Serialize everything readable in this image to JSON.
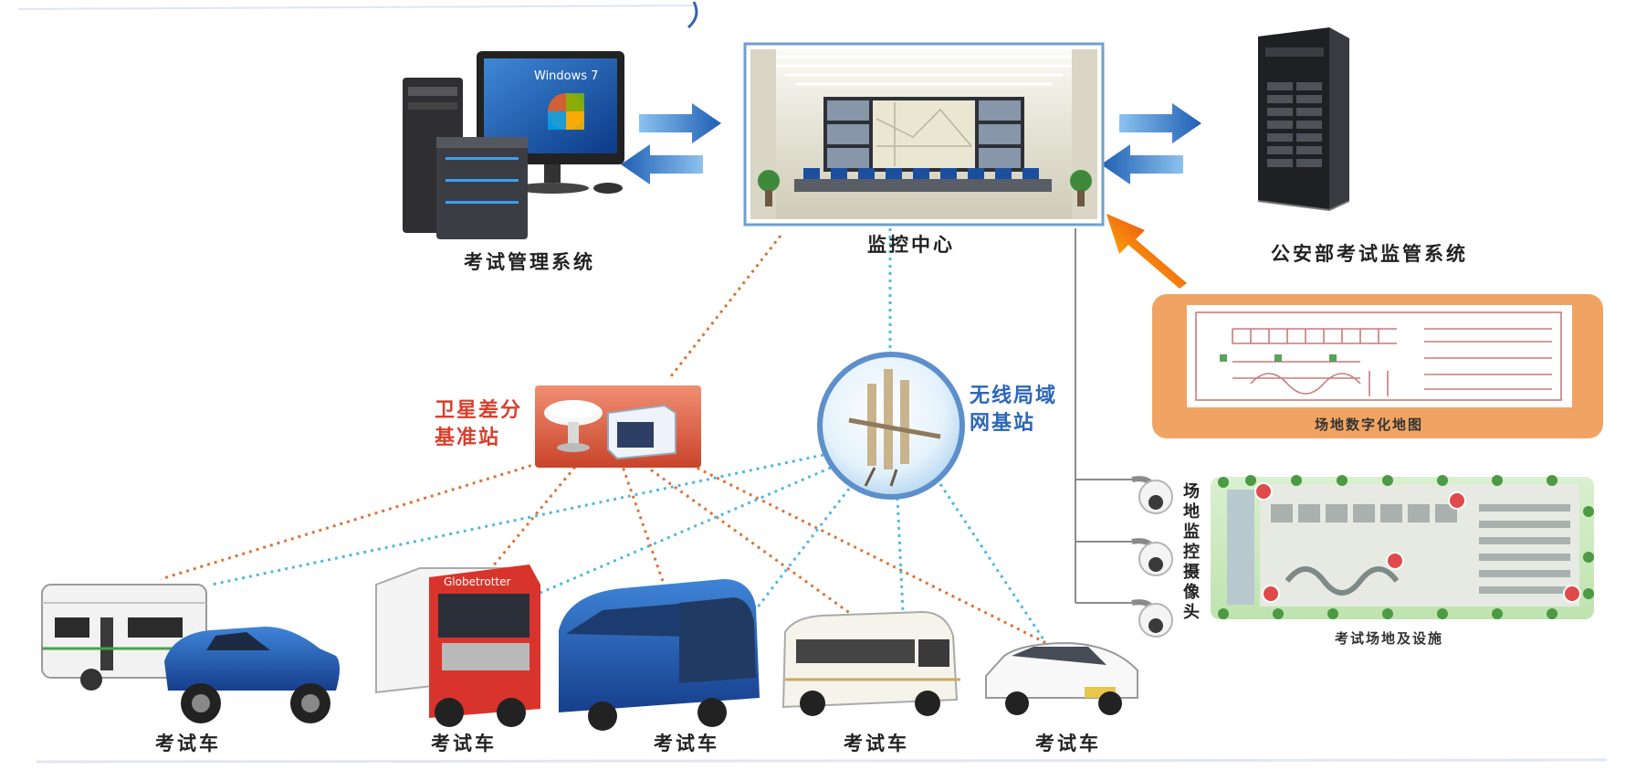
{
  "labels": {
    "exam_mgmt": "考试管理系统",
    "monitor_center": "监控中心",
    "mps_system": "公安部考试监管系统",
    "gnss_station": "卫星差分基准站",
    "wlan_station": "无线局域网基站",
    "venue_map": "场地数字化地图",
    "cameras": "场地监控摄像头",
    "venue_facility": "考试场地及设施",
    "car1": "考试车",
    "car2": "考试车",
    "car3": "考试车",
    "car4": "考试车",
    "car5": "考试车"
  },
  "icons": {
    "window_text": "Windows 7",
    "truck_text": "Globetrotter"
  },
  "colors": {
    "arrow_blue": "#2f6fbf",
    "link_orange": "#d9763a",
    "link_blue": "#52b9e0",
    "map_frame": "#f0a463",
    "gnss_box": "#e46f52",
    "gray_line": "#8a8a8a"
  }
}
